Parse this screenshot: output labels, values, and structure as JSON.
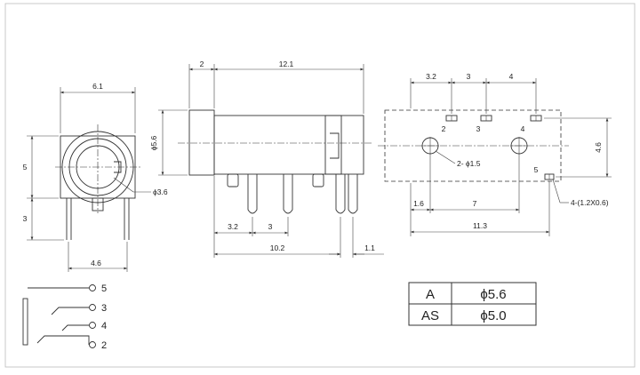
{
  "front_view": {
    "dim_width": "6.1",
    "dim_height_top": "5",
    "dim_height_bottom": "3",
    "dim_bottom": "4.6",
    "dim_hole": "ϕ3.6"
  },
  "side_view": {
    "dim_flange": "2",
    "dim_length": "12.1",
    "dim_diameter": "ϕ5.6",
    "dim_pin_a": "3.2",
    "dim_pin_b": "3",
    "dim_total": "10.2",
    "dim_pin_w": "1.1"
  },
  "footprint": {
    "dim_top_a": "3.2",
    "dim_top_b": "3",
    "dim_top_c": "4",
    "dim_height": "4.6",
    "pad_labels": [
      "2",
      "3",
      "4",
      "5"
    ],
    "hole_label": "2- ϕ1.5",
    "slot_label": "4-(1.2X0.6)",
    "dim_left": "1.6",
    "dim_holes": "7",
    "dim_total": "11.3"
  },
  "schematic": {
    "pins": [
      "5",
      "3",
      "4",
      "2"
    ]
  },
  "spec_table": {
    "rows": [
      {
        "model": "A",
        "diameter": "ϕ5.6"
      },
      {
        "model": "AS",
        "diameter": "ϕ5.0"
      }
    ]
  }
}
